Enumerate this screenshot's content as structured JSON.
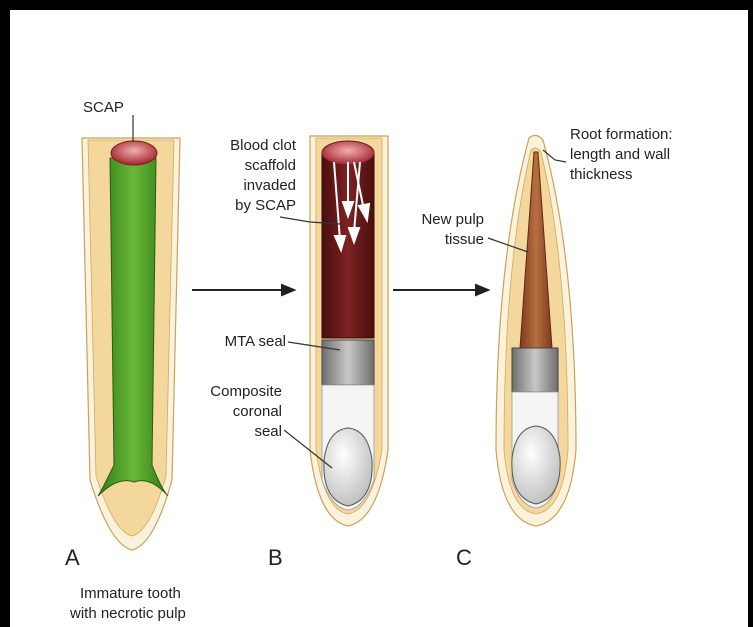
{
  "labels": {
    "scap": "SCAP",
    "blood_clot": [
      "Blood clot",
      "scaffold",
      "invaded",
      "by SCAP"
    ],
    "mta_seal": "MTA seal",
    "composite": [
      "Composite",
      "coronal",
      "seal"
    ],
    "new_pulp": [
      "New pulp",
      "tissue"
    ],
    "root_formation": [
      "Root formation:",
      "length and wall",
      "thickness"
    ]
  },
  "panels": [
    {
      "letter": "A",
      "caption": [
        "Immature tooth",
        "with necrotic pulp"
      ]
    },
    {
      "letter": "B",
      "caption": []
    },
    {
      "letter": "C",
      "caption": []
    }
  ],
  "colors": {
    "dentin": "#f3d79c",
    "enamel": "#faf2dc",
    "necrotic_pulp": "#4f9a26",
    "blood_clot": "#6e1a1a",
    "scap": "#b8404a",
    "mta": "#9a9a9a",
    "composite": "#e4e4e4",
    "new_pulp": "#a85a36"
  }
}
